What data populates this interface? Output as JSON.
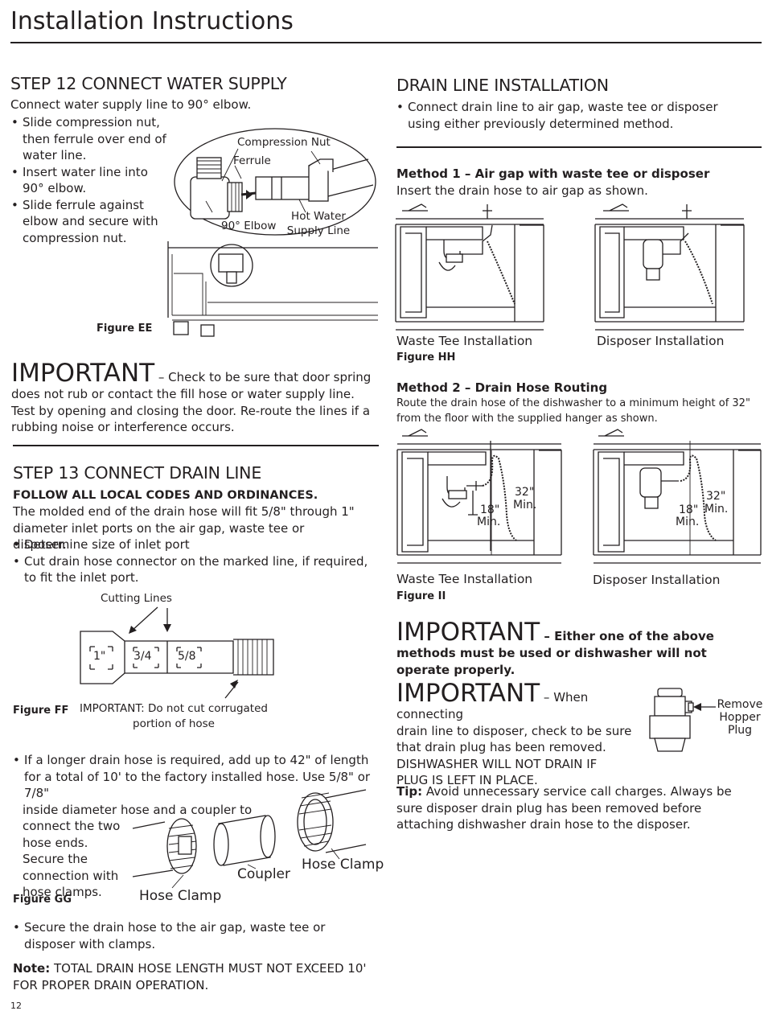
{
  "page": {
    "title": "Installation Instructions",
    "page_number": "12"
  },
  "step12": {
    "heading": "STEP 12 CONNECT WATER SUPPLY",
    "intro": "Connect water supply line to 90° elbow.",
    "bullets": [
      "Slide compression nut, then ferrule over end of water line.",
      "Insert water line into 90° elbow.",
      "Slide ferrule against elbow and secure with compression nut."
    ],
    "labels": {
      "compression_nut": "Compression Nut",
      "ferrule": "Ferrule",
      "elbow": "90°  Elbow",
      "hot_water": "Hot Water Supply Line"
    },
    "figure": "Figure EE"
  },
  "important1": {
    "word": "IMPORTANT",
    "text": " – Check to be sure that door spring does not rub or contact the fill hose or water supply line. Test by opening and closing the door. Re-route the lines if a rubbing noise or interference occurs."
  },
  "step13": {
    "heading": "STEP 13 CONNECT DRAIN LINE",
    "codes": "FOLLOW ALL LOCAL CODES AND ORDINANCES.",
    "intro": "The molded end of the drain hose will fit 5/8\" through 1\" diameter inlet ports on the air gap, waste tee or disposer.",
    "bullets": [
      "Determine size of inlet port",
      "Cut drain hose connector on the marked line, if required, to fit the inlet port."
    ],
    "cutting_lines": "Cutting Lines",
    "sizes": [
      "1\"",
      "3/4",
      "5/8"
    ],
    "hose_note": "IMPORTANT: Do not cut corrugated portion of hose",
    "figure_ff": "Figure FF",
    "longer_first": "If a longer drain hose is required, add up to 42\" of length for a total of 10' to the factory installed hose. Use 5/8\" or 7/8\"",
    "longer_lines": [
      "inside diameter hose and a coupler to",
      "connect the two",
      "hose ends.",
      "Secure the",
      "connection with",
      "hose clamps."
    ],
    "coupler": "Coupler",
    "hose_clamp_1": "Hose Clamp",
    "hose_clamp_2": "Hose Clamp",
    "figure_gg": "Figure GG",
    "secure": "Secure the drain hose to the air gap, waste tee or disposer with clamps.",
    "note_label": "Note:",
    "note_text": " TOTAL DRAIN HOSE LENGTH MUST NOT EXCEED 10' FOR PROPER DRAIN OPERATION."
  },
  "drain": {
    "heading": "DRAIN LINE INSTALLATION",
    "bullet": "Connect drain line to air gap, waste tee or disposer using either previously determined method.",
    "method1_title": "Method 1 – Air gap with waste tee or disposer",
    "method1_text": "Insert the drain hose to air gap as shown.",
    "waste_tee": "Waste Tee Installation",
    "disposer": "Disposer Installation",
    "figure_hh": "Figure HH",
    "method2_title": "Method 2 – Drain Hose Routing",
    "method2_text": "Route the drain hose of the dishwasher to a minimum height of 32\" from the floor with the supplied hanger as shown.",
    "h32": "32\"",
    "h18": "18\"",
    "min": "Min.",
    "waste_tee2": "Waste Tee Installation",
    "disposer2": "Disposer Installation",
    "figure_ii": "Figure II"
  },
  "important2": {
    "word": "IMPORTANT",
    "text": " – Either one of the above methods must be used or dishwasher will not operate properly."
  },
  "important3": {
    "word": "IMPORTANT",
    "lines": [
      "– When connecting",
      "drain line to disposer, check to be sure",
      "that drain plug has been removed.",
      "DISHWASHER WILL NOT DRAIN IF",
      "PLUG IS LEFT IN PLACE."
    ],
    "remove_hopper": [
      "Remove",
      "Hopper",
      "Plug"
    ]
  },
  "tip": {
    "label": "Tip:",
    "text": " Avoid unnecessary service call charges. Always be sure disposer drain plug has been removed before attaching dishwasher drain hose to the disposer."
  }
}
